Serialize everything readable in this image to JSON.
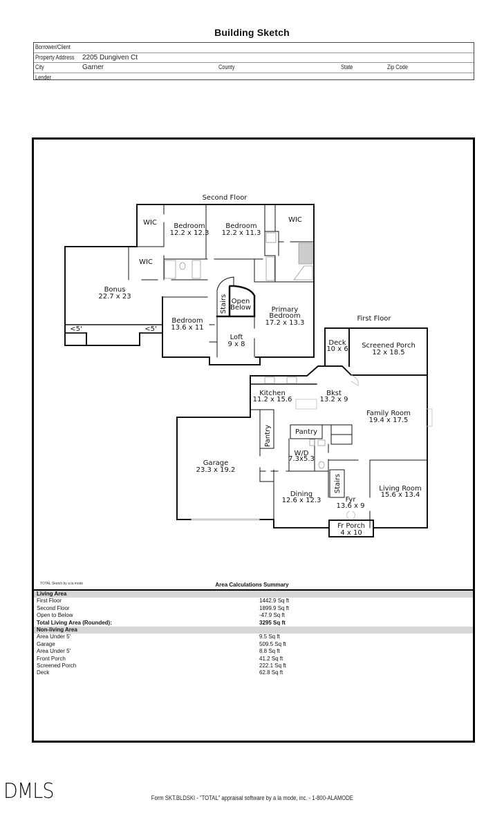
{
  "title": "Building Sketch",
  "header": {
    "borrower_label": "Borrower/Client",
    "borrower_value": "",
    "address_label": "Property Address",
    "address_value": "2205 Dungiven Ct",
    "city_label": "City",
    "city_value": "Garner",
    "county_label": "County",
    "state_label": "State",
    "zip_label": "Zip Code",
    "lender_label": "Lender"
  },
  "sketch": {
    "second_floor_label": "Second Floor",
    "first_floor_label": "First Floor",
    "rooms": {
      "wic1": "WIC",
      "wic2": "WIC",
      "wic3": "WIC",
      "bedroom1_name": "Bedroom",
      "bedroom1_dim": "12.2 x 12.3",
      "bedroom2_name": "Bedroom",
      "bedroom2_dim": "12.2 x 11.3",
      "bonus_name": "Bonus",
      "bonus_dim": "22.7 x 23",
      "stairs2": "Stairs",
      "open_below_1": "Open",
      "open_below_2": "Below",
      "primary_name1": "Primary",
      "primary_name2": "Bedroom",
      "primary_dim": "17.2 x 13.3",
      "bedroom3_name": "Bedroom",
      "bedroom3_dim": "13.6 x 11",
      "loft_name": "Loft",
      "loft_dim": "9 x 8",
      "under5_a": "<5'",
      "under5_b": "<5'",
      "deck_name": "Deck",
      "deck_dim": "10 x 6",
      "screened_name": "Screened Porch",
      "screened_dim": "12 x 18.5",
      "kitchen_name": "Kitchen",
      "kitchen_dim": "11.2 x 15.6",
      "bkst_name": "Bkst",
      "bkst_dim": "13.2 x 9",
      "family_name": "Family Room",
      "family_dim": "19.4 x 17.5",
      "pantry1": "Pantry",
      "pantry2": "Pantry",
      "wd_name": "W/D",
      "wd_dim": "7.3x5.3",
      "garage_name": "Garage",
      "garage_dim": "23.3 x 19.2",
      "stairs1": "Stairs",
      "dining_name": "Dining",
      "dining_dim": "12.6 x 12.3",
      "fyr_name": "Fyr",
      "fyr_dim": "13.6 x 9",
      "living_name": "Living Room",
      "living_dim": "15.6 x 13.4",
      "frporch_name": "Fr Porch",
      "frporch_dim": "4 x 10"
    }
  },
  "sketch_credit": "TOTAL Sketch by a la mode",
  "area_summary": {
    "title": "Area Calculations Summary",
    "living_header": "Living Area",
    "living": [
      {
        "label": "First Floor",
        "value": "1442.9 Sq ft"
      },
      {
        "label": "Second Floor",
        "value": "1899.9 Sq ft"
      },
      {
        "label": "Open to Below",
        "value": "-47.9 Sq ft"
      }
    ],
    "total_label": "Total Living Area (Rounded):",
    "total_value": "3295 Sq ft",
    "nonliving_header": "Non-living Area",
    "nonliving": [
      {
        "label": "Area Under 5'",
        "value": "9.5 Sq ft"
      },
      {
        "label": "Garage",
        "value": "509.5 Sq ft"
      },
      {
        "label": "Area Under 5'",
        "value": "8.8 Sq ft"
      },
      {
        "label": "Front Porch",
        "value": "41.2 Sq ft"
      },
      {
        "label": "Screened Porch",
        "value": "222.1 Sq ft"
      },
      {
        "label": "Deck",
        "value": "62.8 Sq ft"
      }
    ]
  },
  "footer": "Form SKT.BLDSKI - \"TOTAL\" appraisal software by a la mode, inc. - 1-800-ALAMODE",
  "watermark": "DMLS"
}
